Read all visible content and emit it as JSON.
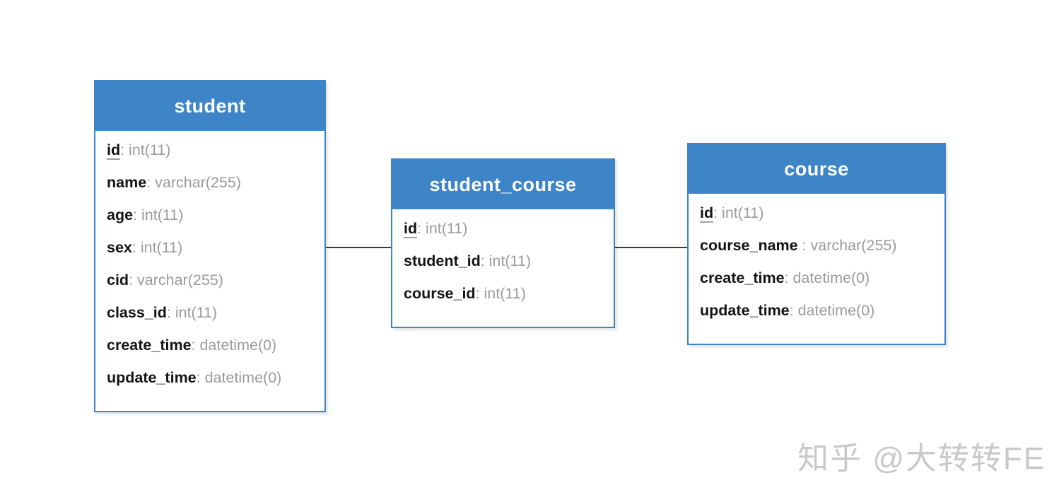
{
  "tables": [
    {
      "name": "student",
      "fields": [
        {
          "label": "id",
          "rest": ": int(11)",
          "pk": true
        },
        {
          "label": "name",
          "rest": ": varchar(255)",
          "pk": false
        },
        {
          "label": "age",
          "rest": ": int(11)",
          "pk": false
        },
        {
          "label": "sex",
          "rest": ": int(11)",
          "pk": false
        },
        {
          "label": "cid",
          "rest": ": varchar(255)",
          "pk": false
        },
        {
          "label": "class_id",
          "rest": ": int(11)",
          "pk": false
        },
        {
          "label": "create_time",
          "rest": ": datetime(0)",
          "pk": false
        },
        {
          "label": "update_time",
          "rest": ": datetime(0)",
          "pk": false
        }
      ]
    },
    {
      "name": "student_course",
      "fields": [
        {
          "label": "id",
          "rest": ": int(11)",
          "pk": true
        },
        {
          "label": "student_id",
          "rest": ": int(11)",
          "pk": false
        },
        {
          "label": "course_id",
          "rest": ": int(11)",
          "pk": false
        }
      ]
    },
    {
      "name": "course",
      "fields": [
        {
          "label": "id",
          "rest": ": int(11)",
          "pk": true
        },
        {
          "label": "course_name",
          "rest": " : varchar(255)",
          "pk": false
        },
        {
          "label": "create_time",
          "rest": ": datetime(0)",
          "pk": false
        },
        {
          "label": "update_time",
          "rest": ": datetime(0)",
          "pk": false
        }
      ]
    }
  ],
  "relations": [
    {
      "from": "student",
      "to": "student_course"
    },
    {
      "from": "student_course",
      "to": "course"
    }
  ],
  "watermark": "知乎 @大转转FE",
  "colors": {
    "header": "#3d85c6",
    "border": "#3d85c6",
    "field_label": "#141414",
    "field_type": "#9b9b9b",
    "connector": "#3a3a3a",
    "watermark": "#c9c9c9"
  }
}
